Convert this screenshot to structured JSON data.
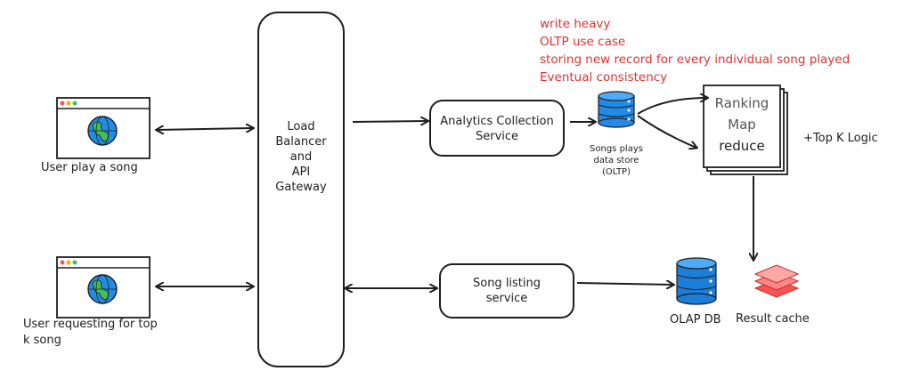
{
  "notes": {
    "lines": [
      "write heavy",
      "OLTP use case",
      "storing new record for every individual song played",
      "Eventual consistency"
    ],
    "color": "#e03131"
  },
  "clients": [
    {
      "label_lines": [
        "User play a song"
      ],
      "icon": "globe-browser-icon"
    },
    {
      "label_lines": [
        "User requesting for top",
        "k song"
      ],
      "icon": "globe-browser-icon"
    }
  ],
  "gateway": {
    "label_lines": [
      "Load",
      "Balancer",
      "and",
      "API",
      "Gateway"
    ]
  },
  "analytics_service": {
    "label_lines": [
      "Analytics Collection",
      "Service"
    ]
  },
  "song_listing_service": {
    "label_lines": [
      "Song listing",
      "service"
    ]
  },
  "songs_store": {
    "label_lines": [
      "Songs plays",
      "data store",
      "(OLTP)"
    ],
    "icon": "database-icon",
    "color": "#228be6"
  },
  "ranking": {
    "label_lines": [
      "Ranking",
      "Map",
      "reduce"
    ],
    "extra": "+Top K Logic"
  },
  "olap_db": {
    "label": "OLAP DB",
    "icon": "database-icon",
    "color": "#1c7ed6"
  },
  "result_cache": {
    "label": "Result cache",
    "icon": "stacked-layers-icon",
    "color": "#ff6b6b"
  }
}
